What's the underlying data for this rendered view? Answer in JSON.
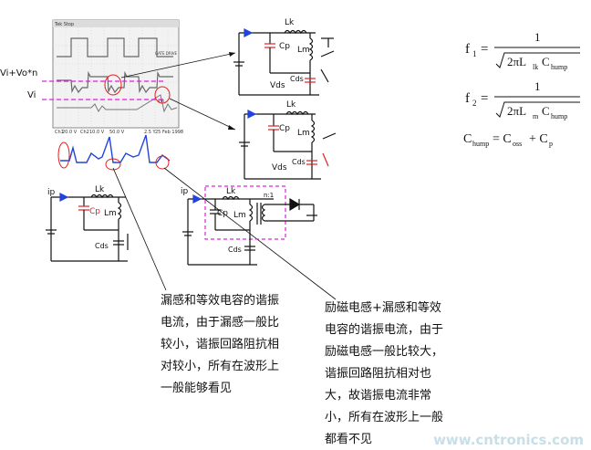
{
  "scope": {
    "labels": {
      "ch1": "Ch1",
      "ch1_scale": "20.0 V",
      "ch2": "Ch2",
      "ch2_scale": "10.0 V",
      "ch_scale3": "50.0 V",
      "timebase": "2.5 Y",
      "date": "25 Feb 1998"
    },
    "annotations": {
      "vi_vo_n": "Vi+Vo*n",
      "vi": "Vi"
    }
  },
  "circuits": {
    "top_right": {
      "lk": "Lk",
      "cp": "Cp",
      "lm": "Lm",
      "cds": "Cds",
      "vds": "Vds"
    },
    "mid_right": {
      "lk": "Lk",
      "cp": "Cp",
      "lm": "Lm",
      "cds": "Cds",
      "vds": "Vds"
    },
    "bottom_left": {
      "ip": "ip",
      "lk": "Lk",
      "cp": "Cp",
      "lm": "Lm",
      "cds": "Cds"
    },
    "bottom_mid": {
      "ip": "ip",
      "lk": "Lk",
      "cp": "Cp",
      "lm": "Lm",
      "cds": "Cds",
      "n": "n:1"
    }
  },
  "formulas": {
    "f1_lhs": "f",
    "f1_sub": "1",
    "f2_lhs": "f",
    "f2_sub": "2",
    "numerator": "1",
    "f1_den_main": "2πL",
    "f1_den_sub1": "lk",
    "f1_den_c": "C",
    "f1_den_sub2": "hump",
    "f2_den_main": "2πL",
    "f2_den_sub1": "m",
    "f2_den_c": "C",
    "f2_den_sub2": "hump",
    "chump_c": "C",
    "chump_sub": "hump",
    "chump_eq": "= C",
    "coss_sub": "oss",
    "plus": "+ C",
    "cp_sub": "p"
  },
  "notes": {
    "left": "漏感和等效电容的谐振电流，由于漏感一般比较小，谐振回路阻抗相对较小，所有在波形上一般能够看见",
    "right": "励磁电感+漏感和等效电容的谐振电流，由于励磁电感一般比较大，谐振回路阻抗相对也大，故谐振电流非常小，所有在波形上一般都看不见"
  },
  "watermark": "www.cntronics.com",
  "colors": {
    "red": "#e02020",
    "blue": "#2244dd",
    "magenta": "#e020e0",
    "scope_trace": "#555555"
  }
}
